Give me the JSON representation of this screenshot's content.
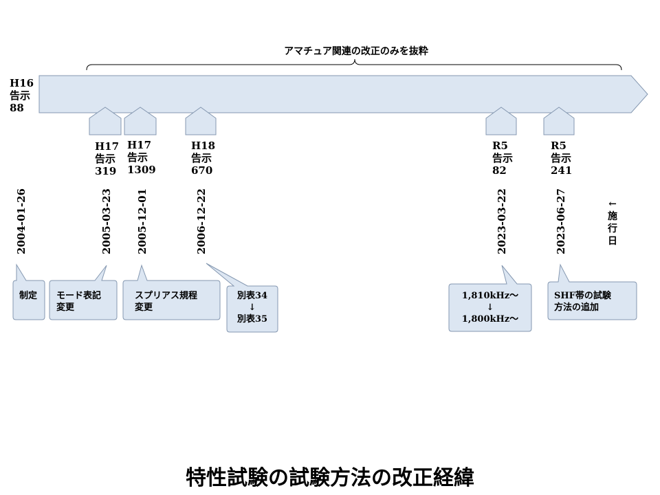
{
  "header_note": "アマチュア関連の改正のみを抜粋",
  "start": {
    "line1": "H16",
    "line2": "告示",
    "line3": "88"
  },
  "markers": [
    {
      "era": "H17",
      "kind": "告示",
      "num": "319"
    },
    {
      "era": "H17",
      "kind": "告示",
      "num": "1309"
    },
    {
      "era": "H18",
      "kind": "告示",
      "num": "670"
    },
    {
      "era": "R5",
      "kind": "告示",
      "num": "82"
    },
    {
      "era": "R5",
      "kind": "告示",
      "num": "241"
    }
  ],
  "dates": [
    "2004-01-26",
    "2005-03-23",
    "2005-12-01",
    "2006-12-22",
    "2023-03-22",
    "2023-06-27"
  ],
  "effective_date_label": "←\n施\n行\n日",
  "callouts": [
    "制定",
    "モード表記\n変更",
    "スプリアス規程\n変更",
    "別表34\n↓\n別表35",
    "1,810kHz～\n↓\n1,800kHz～",
    "SHF帯の試験\n方法の追加"
  ],
  "title": "特性試験の試験方法の改正経緯",
  "colors": {
    "fill": "#dce6f2",
    "stroke": "#8497b0"
  }
}
